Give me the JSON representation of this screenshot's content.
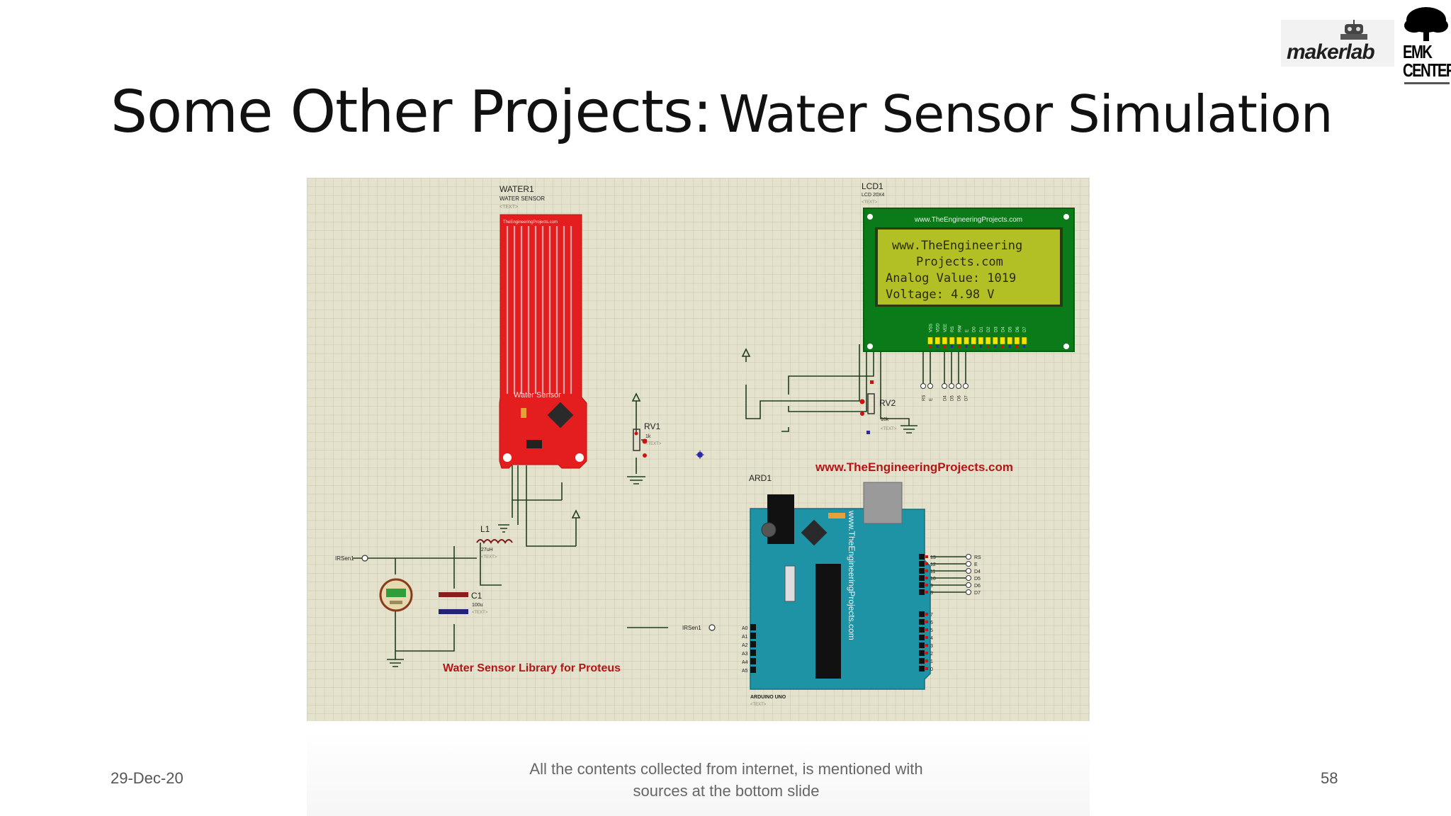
{
  "slide": {
    "title_main": "Some Other Projects:",
    "title_sub": "Water Sensor Simulation",
    "date": "29-Dec-20",
    "note_line1": "All the contents collected from internet, is mentioned with",
    "note_line2": "sources at the bottom slide",
    "page_number": "58"
  },
  "logos": {
    "maker_lab": "makerlab",
    "emk_line1": "EMK",
    "emk_line2": "CENTER"
  },
  "schematic": {
    "water_ref": "WATER1",
    "water_type": "WATER SENSOR",
    "water_text": "<TEXT>",
    "water_board_label": "TheEngineeringProjects.com",
    "water_sensor_label": "Water Sensor",
    "lcd_ref": "LCD1",
    "lcd_type": "LCD 20X4",
    "lcd_text": "<TEXT>",
    "lcd_header": "www.TheEngineeringProjects.com",
    "lcd_line1": "www.TheEngineering",
    "lcd_line2": "Projects.com",
    "lcd_line3": "Analog Value: 1019",
    "lcd_line4": "Voltage: 4.98 V",
    "rv1_ref": "RV1",
    "rv1_val": "1k",
    "rv2_ref": "RV2",
    "rv2_val": "10k",
    "l1_ref": "L1",
    "l1_val": "27uH",
    "c1_ref": "C1",
    "c1_val": "100u",
    "ard_ref": "ARD1",
    "ard_type": "ARDUINO UNO",
    "ard_vertical": "www.TheEngineeringProjects.com",
    "site_banner": "www.TheEngineeringProjects.com",
    "library_caption": "Water Sensor Library for Proteus",
    "irsen_label_left": "IRSen1",
    "irsen_label_ard": "IRSen1",
    "rs_label": "RS",
    "e_label": "E",
    "lcd_pins": [
      "VSS",
      "VDD",
      "VEE",
      "RS",
      "RW",
      "E",
      "D0",
      "D1",
      "D2",
      "D3",
      "D4",
      "D5",
      "D6",
      "D7"
    ],
    "lcd_bottom_nets": [
      "RS",
      "E",
      "D4",
      "D5",
      "D6",
      "D7"
    ],
    "ard_right_nets": [
      "RS",
      "E",
      "D4",
      "D5",
      "D6",
      "D7"
    ],
    "analog_pins": [
      "A0",
      "A1",
      "A2",
      "A3",
      "A4",
      "A5"
    ],
    "digital_top": [
      "13",
      "12",
      "11",
      "10",
      "9",
      "8"
    ],
    "digital_bottom": [
      "7",
      "6",
      "5",
      "4",
      "3",
      "2",
      "1",
      "0"
    ],
    "text_placeholder": "<TEXT>"
  },
  "colors": {
    "grid_bg": "#e4e2cc",
    "grid_line": "#c9c6ae",
    "sensor_red": "#e41e1e",
    "lcd_green": "#0b7a19",
    "lcd_screen": "#b2c026",
    "arduino_teal": "#1e93a5",
    "banner_red": "#b31616"
  }
}
